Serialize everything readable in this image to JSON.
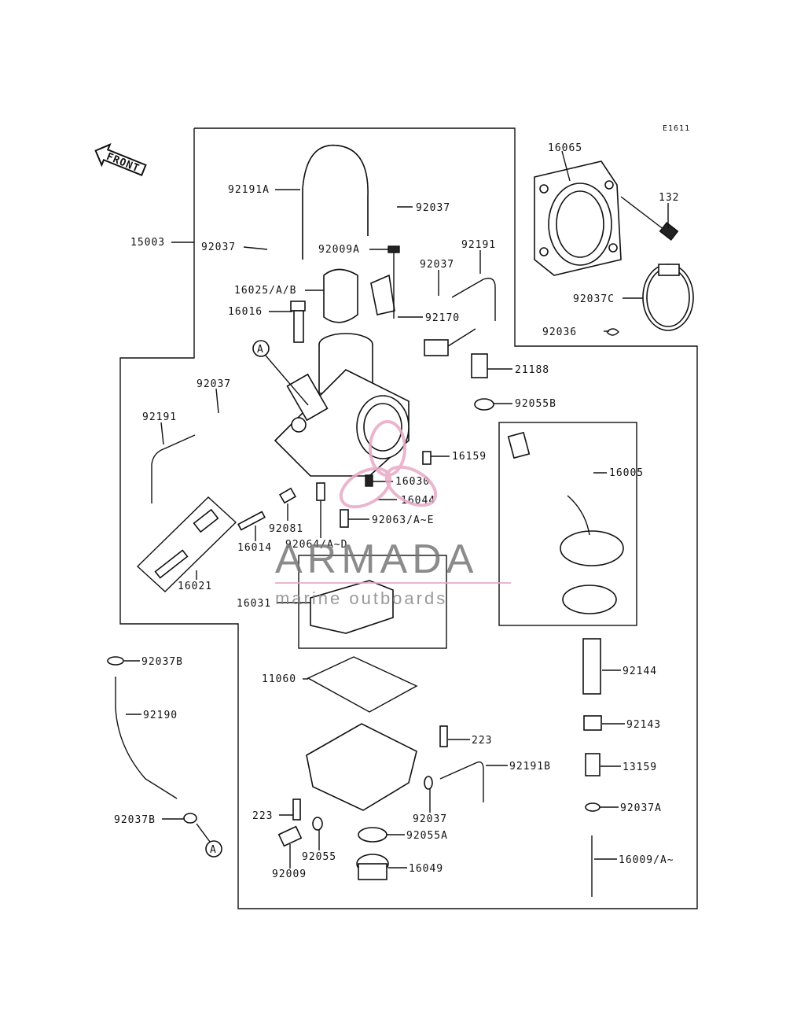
{
  "diagram_code": "E1611",
  "front_label": "FRONT",
  "callout": "A",
  "watermark": {
    "brand": "ARMADA",
    "tagline": "marine outboards",
    "accent_color": "#e8a9c6"
  },
  "labels": {
    "p16065": "16065",
    "p132": "132",
    "p92037C": "92037C",
    "p92036": "92036",
    "p92191A": "92191A",
    "p92037_top": "92037",
    "p15003": "15003",
    "p92037_left": "92037",
    "p92009A": "92009A",
    "p92037_mid": "92037",
    "p92191_top": "92191",
    "p16025": "16025/A/B",
    "p16016": "16016",
    "p92170": "92170",
    "p21188": "21188",
    "p92055B": "92055B",
    "p92037_l2": "92037",
    "p92191_left": "92191",
    "p16159": "16159",
    "p16005": "16005",
    "p16030": "16030",
    "p16044": "16044",
    "p92063": "92063/A~E",
    "p92081": "92081",
    "p92064": "92064/A~D",
    "p16014": "16014",
    "p16021": "16021",
    "p16031": "16031",
    "p92037B_top": "92037B",
    "p92190": "92190",
    "p92037B_bot": "92037B",
    "p11060": "11060",
    "p92144": "92144",
    "p92143": "92143",
    "p223_right": "223",
    "p92191B": "92191B",
    "p13159": "13159",
    "p223_left": "223",
    "p92037_bot": "92037",
    "p92037A": "92037A",
    "p92055A": "92055A",
    "p92055": "92055",
    "p16009": "16009/A~",
    "p92009": "92009",
    "p16049": "16049"
  }
}
